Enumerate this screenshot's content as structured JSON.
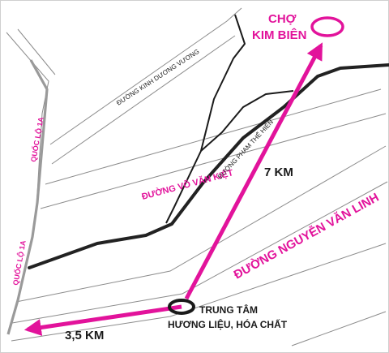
{
  "colors": {
    "route": "#e2139b",
    "label_pink": "#e2139b",
    "road_dark": "#222222",
    "highway": "#9a9a9a"
  },
  "labels": {
    "market_line1": "CHỢ",
    "market_line2": "KIM BIÊN",
    "center_line1": "TRUNG TÂM",
    "center_line2": "HƯƠNG LIỆU, HÓA CHẤT",
    "distance_market": "7 KM",
    "distance_highway": "3,5 KM",
    "road_kinh_duong_vuong": "ĐƯỜNG KINH DƯƠNG VƯƠNG",
    "road_vo_van_kiet": "ĐƯỜNG VÕ VĂN KIỆT",
    "road_pham_the_hien": "ĐƯỜNG PHẠM THẾ HIỂN",
    "road_nguyen_van_linh": "ĐƯỜNG NGUYỄN VĂN LINH",
    "highway_top": "QUỐC LỘ 1A",
    "highway_bottom": "QUỐC LỘ 1A"
  },
  "icons": {
    "start": "location-ring-icon",
    "destination": "location-ring-icon",
    "arrow": "arrowhead-icon"
  }
}
